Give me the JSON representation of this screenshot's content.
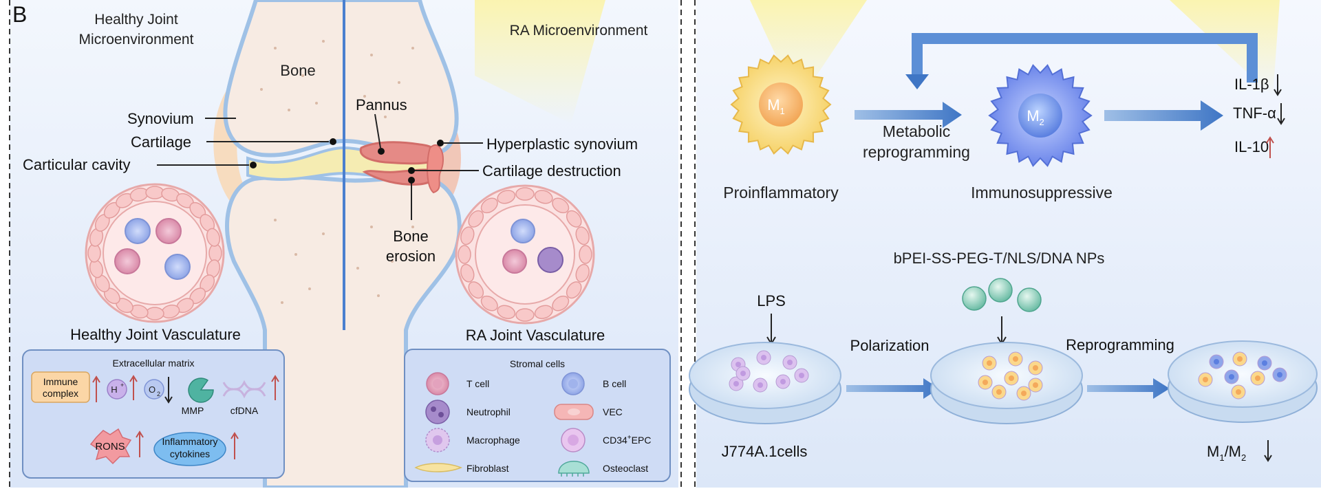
{
  "panel_label": "B",
  "left": {
    "healthy_title_1": "Healthy Joint",
    "healthy_title_2": "Microenvironment",
    "ra_title": "RA Microenvironment",
    "bone": "Bone",
    "synovium": "Synovium",
    "cartilage": "Cartilage",
    "cavity": "Carticular cavity",
    "pannus": "Pannus",
    "hyperplastic": "Hyperplastic synovium",
    "cartilage_destruction": "Cartilage destruction",
    "bone_erosion_1": "Bone",
    "bone_erosion_2": "erosion",
    "healthy_vasculature": "Healthy Joint Vasculature",
    "ra_vasculature": "RA Joint Vasculature"
  },
  "ecm_legend": {
    "title": "Extracellular matrix",
    "immune_1": "Immune",
    "immune_2": "complex",
    "h": "H",
    "h_sup": "+",
    "o2": "O",
    "o2_sub": "2",
    "mmp": "MMP",
    "cfdna": "cfDNA",
    "rons": "RONS",
    "cyto_1": "Inflammatory",
    "cyto_2": "cytokines"
  },
  "stromal_legend": {
    "title": "Stromal cells",
    "items": [
      "T cell",
      "B cell",
      "Neutrophil",
      "VEC",
      "Macrophage",
      "Fibroblast",
      "Osteoclast"
    ],
    "cd34": "CD34",
    "cd34_sup": "+",
    "cd34_tail": "EPC"
  },
  "right": {
    "m1_label": "M",
    "m1_sub": "1",
    "m2_label": "M",
    "m2_sub": "2",
    "metabolic_1": "Metabolic",
    "metabolic_2": "reprogramming",
    "proinflammatory": "Proinflammatory",
    "immunosuppressive": "Immunosuppressive",
    "il1b": "IL-1β",
    "tnfa": "TNF-α",
    "il10": "IL-10",
    "nps": "bPEI-SS-PEG-T/NLS/DNA NPs",
    "lps": "LPS",
    "polarization": "Polarization",
    "reprogramming": "Reprogramming",
    "cells": "J774A.1cells",
    "ratio_m1": "M",
    "ratio_m1_sub": "1",
    "ratio_slash": "/M",
    "ratio_m2_sub": "2"
  },
  "colors": {
    "panel_bg": "#e3ecfb",
    "arrow_blue": "#3f76c5",
    "up_red": "#c0504d",
    "bone_fill": "#f7ebe3",
    "cartilage_blue": "#a9c8ea",
    "pannus_red": "#e58a86"
  }
}
